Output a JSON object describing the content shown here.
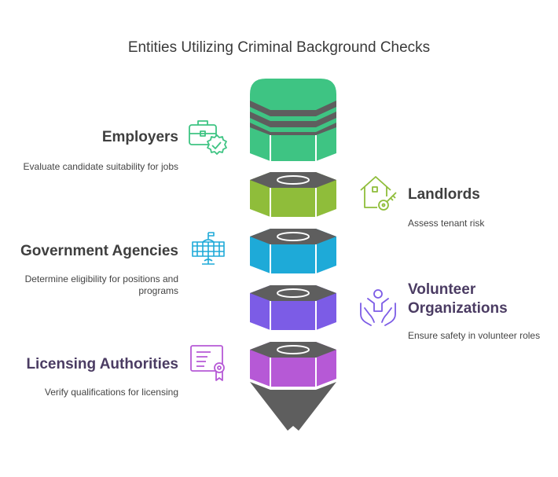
{
  "title": "Entities Utilizing Criminal Background Checks",
  "colors": {
    "employers": "#3ec483",
    "landlords": "#8fbd3a",
    "government": "#1eaad8",
    "volunteer": "#7c5ce6",
    "licensing": "#b659d6",
    "cap": "#5e5e5e",
    "heading_dark": "#3f3f3f",
    "heading_violet": "#4b3c63"
  },
  "items": [
    {
      "heading": "Employers",
      "description": "Evaluate candidate suitability for jobs",
      "icon": "briefcase-check-icon"
    },
    {
      "heading": "Landlords",
      "description": "Assess tenant risk",
      "icon": "house-key-icon"
    },
    {
      "heading": "Government Agencies",
      "description": "Determine eligibility for positions and programs",
      "icon": "government-building-icon"
    },
    {
      "heading": "Volunteer Organizations",
      "description": "Ensure safety in volunteer roles",
      "icon": "hands-person-icon"
    },
    {
      "heading": "Licensing Authorities",
      "description": "Verify qualifications for licensing",
      "icon": "certificate-icon"
    }
  ]
}
